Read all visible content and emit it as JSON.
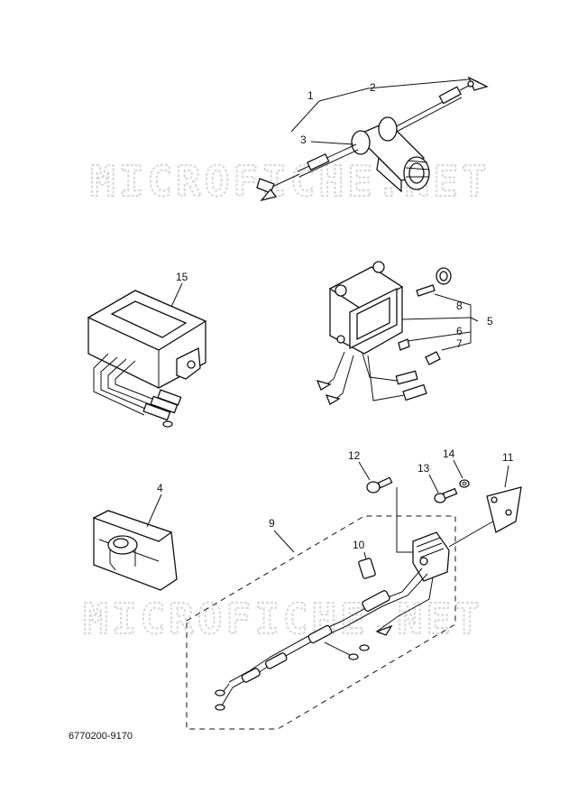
{
  "watermark": "MICROFICHE.NET",
  "diagram_code": "6770200-9170",
  "callouts": {
    "c1": "1",
    "c2": "2",
    "c3": "3",
    "c4": "4",
    "c5": "5",
    "c6": "6",
    "c7": "7",
    "c8": "8",
    "c9": "9",
    "c10": "10",
    "c11": "11",
    "c12": "12",
    "c13": "13",
    "c14": "14",
    "c15": "15"
  }
}
